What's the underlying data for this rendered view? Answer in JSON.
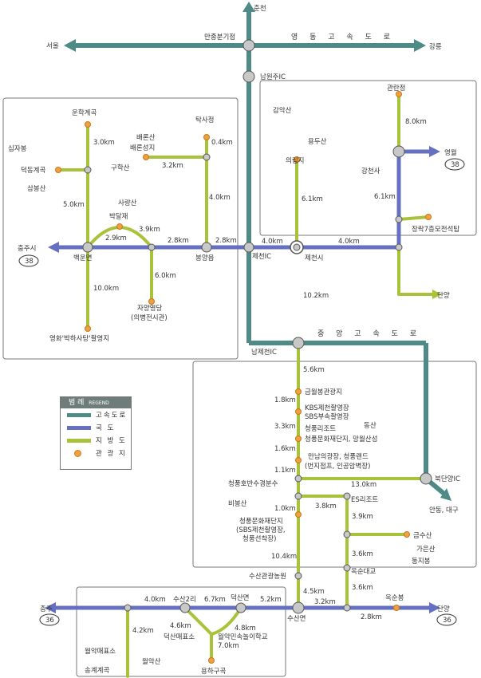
{
  "colors": {
    "expressway": "#4e8a86",
    "national": "#6570c0",
    "local": "#a8c33a",
    "tourist": "#f0a040",
    "panel_border": "#777777"
  },
  "legend": {
    "title": "범 례",
    "title_en": "REGEND",
    "items": [
      {
        "label": "고속도로",
        "kind": "expressway"
      },
      {
        "label": "국 도",
        "kind": "national"
      },
      {
        "label": "지 방 도",
        "kind": "local"
      },
      {
        "label": "관 광 지",
        "kind": "tourist"
      }
    ]
  },
  "roads": {
    "yeongdong": "영 동 고 속 도 로",
    "jungang": "중 앙 고 속 도 로"
  },
  "top": {
    "chuncheon": "춘천",
    "seoul": "서울",
    "gangneung": "강릉",
    "manjong": "만종분기점",
    "namwonju": "남원주IC"
  },
  "west": {
    "unhak": "운학계곡",
    "sipja": "십자봉",
    "deokdong": "덕동계곡",
    "sambong": "삼봉산",
    "gurak": "구학산",
    "baeron1": "배론산",
    "baeron2": "배론성지",
    "taksa": "탁사정",
    "saryang": "사량산",
    "bakdal": "박달재",
    "chungju": "충주시",
    "route38": "38",
    "baegun": "백운면",
    "bongyang": "봉양읍",
    "jaya1": "자양영당",
    "jaya2": "(의병전시관)",
    "film": "영화'박하사탕'촬영지"
  },
  "east": {
    "gamak": "감악산",
    "yongdu": "용두산",
    "uirim": "의림지",
    "gwanran": "관란정",
    "yeongwol": "영월",
    "route38": "38",
    "gangcheon": "강천사",
    "jangnak": "장락7층모전석탑",
    "danyang": "단양",
    "jecheon_ic": "제천IC",
    "jecheon_si": "제천시"
  },
  "south": {
    "namjecheon": "남제천IC",
    "geumwol": "금월봉관광지",
    "kbs1": "KBS제천촬영장",
    "kbs2": "SBS부속촬영장",
    "resort": "청풍리조트",
    "dongsan": "동산",
    "cp1": "청풍문화재단지, 망월산성",
    "nam1": "만남의광장, 청풍랜드",
    "nam2": "(번지점프, 인공암벽장)",
    "fountain": "청풍호반수경분수",
    "bukdanyang": "북단양IC",
    "andong": "안동, 대구",
    "biyong": "비봉산",
    "es": "ES리조트",
    "cpc1": "청풍문화재단지",
    "cpc2": "(SBS제천촬영장,",
    "cpc3": "청풍선착장)",
    "geumsu": "금수산",
    "gaeun": "가은산",
    "dungji": "둥지봉",
    "oksun_br": "옥순대교",
    "farm": "수산관광농원",
    "oksunbong": "옥순봉",
    "susan": "수산면"
  },
  "bottom": {
    "chungju": "충주",
    "route36": "36",
    "danyang": "단양",
    "route36b": "36",
    "susan2": "수산2리",
    "deoksan": "덕산면",
    "wolak_pyo": "월악매표소",
    "deoksan_pyo": "덕산매표소",
    "wolak_nongchon": "월악민속놀이학교",
    "songgye": "송계계곡",
    "wolaksan": "월악산",
    "yongha": "용하구곡"
  },
  "distances": {
    "d_unhak": "3.0km",
    "d_deokdong": "5.0km",
    "d_baeron": "3.2km",
    "d_taksa": "0.4km",
    "d_bongyang_n": "4.0km",
    "d_29": "2.9km",
    "d_39": "3.9km",
    "d_28a": "2.8km",
    "d_28b": "2.8km",
    "d_film": "10.0km",
    "d_jaya": "6.0km",
    "d_40a": "4.0km",
    "d_40b": "4.0km",
    "d_uirim": "6.1km",
    "d_gwanran": "8.0km",
    "d_61b": "6.1km",
    "d_102": "10.2km",
    "d_56": "5.6km",
    "d_18a": "1.8km",
    "d_33": "3.3km",
    "d_16": "1.6km",
    "d_11": "1.1km",
    "d_130": "13.0km",
    "d_10": "1.0km",
    "d_38": "3.8km",
    "d_39b": "3.9km",
    "d_36a": "3.6km",
    "d_36b": "3.6km",
    "d_104": "10.4km",
    "d_45": "4.5km",
    "d_32": "3.2km",
    "d_28c": "2.8km",
    "d_40c": "4.0km",
    "d_67": "6.7km",
    "d_52": "5.2km",
    "d_42": "4.2km",
    "d_46": "4.6km",
    "d_48": "4.8km",
    "d_70": "7.0km"
  }
}
